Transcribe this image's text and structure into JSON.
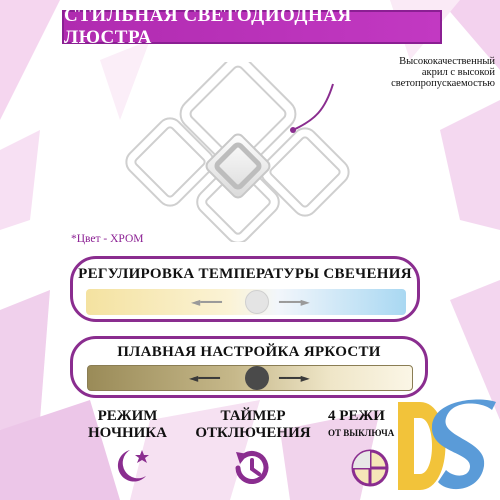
{
  "banner": {
    "title": "СТИЛЬНАЯ СВЕТОДИОДНАЯ ЛЮСТРА"
  },
  "callout": {
    "lines": [
      "Высококачественный",
      "акрил с высокой",
      "светопропускаемостью"
    ]
  },
  "color_note": "*Цвет - ХРОМ",
  "temperature_panel": {
    "title": "РЕГУЛИРОВКА ТЕМПЕРАТУРЫ СВЕЧЕНИЯ"
  },
  "brightness_panel": {
    "title": "ПЛАВНАЯ НАСТРОЙКА ЯРКОСТИ"
  },
  "features": [
    {
      "line1": "РЕЖИМ",
      "line2": "НОЧНИКА",
      "icon": "moon-star-icon"
    },
    {
      "line1": "ТАЙМЕР",
      "line2": "ОТКЛЮЧЕНИЯ",
      "icon": "timer-icon"
    },
    {
      "line1": "4 РЕЖИ",
      "line2": "ОТ ВЫКЛЮЧА",
      "icon": "quarter-circle-icon"
    }
  ],
  "logo": {
    "text": "DS",
    "colors": {
      "d": "#f2c33a",
      "s": "#5a9bd8"
    }
  },
  "colors": {
    "accent": "#8a2d8f",
    "banner": "#c239c2"
  }
}
